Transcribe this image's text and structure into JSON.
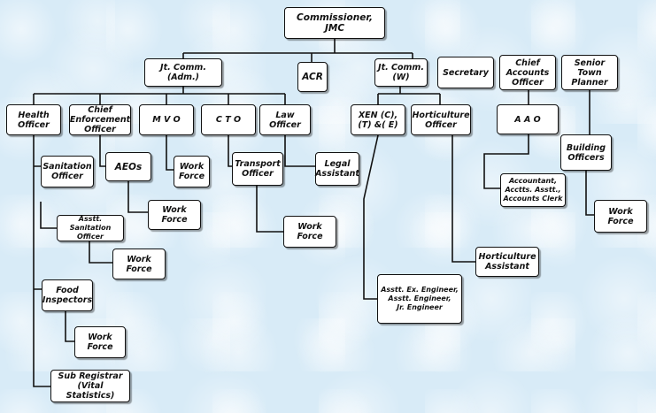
{
  "org_chart": {
    "commissioner": "Commissioner,\nJMC",
    "jt_comm_adm": "Jt. Comm.\n(Adm.)",
    "acr": "ACR",
    "jt_comm_w": "Jt. Comm.\n(W)",
    "secretary": "Secretary",
    "chief_accounts_officer": "Chief\nAccounts\nOfficer",
    "senior_town_planner": "Senior\nTown\nPlanner",
    "health_officer": "Health\nOfficer",
    "chief_enforcement_officer": "Chief\nEnforcement\nOfficer",
    "mvo": "M V O",
    "cto": "C T O",
    "law_officer": "Law Officer",
    "xen": "XEN  (C),\n(T) &( E)",
    "horticulture_officer": "Horticulture\nOfficer",
    "aao": "A A O",
    "building_officers": "Building\nOfficers",
    "sanitation_officer": "Sanitation\nOfficer",
    "aeos": "AEOs",
    "mvo_work_force": "Work\nForce",
    "transport_officer": "Transport\nOfficer",
    "legal_assistant": "Legal\nAssistant",
    "accountant_group": "Accountant,\nAcctts. Asstt.,\nAccounts Clerk",
    "aeos_work_force": "Work\nForce",
    "asstt_sanitation_officer": "Asstt. Sanitation\nOfficer",
    "sanitation_work_force": "Work Force",
    "transport_work_force": "Work\nForce",
    "building_work_force": "Work Force",
    "horticulture_assistant": "Horticulture\nAssistant",
    "engineers_group": "Asstt. Ex. Engineer,\nAsstt. Engineer,\nJr. Engineer",
    "food_inspectors": "Food\nInspectors",
    "food_work_force": "Work Force",
    "sub_registrar": "Sub Registrar\n(Vital Statistics)"
  }
}
